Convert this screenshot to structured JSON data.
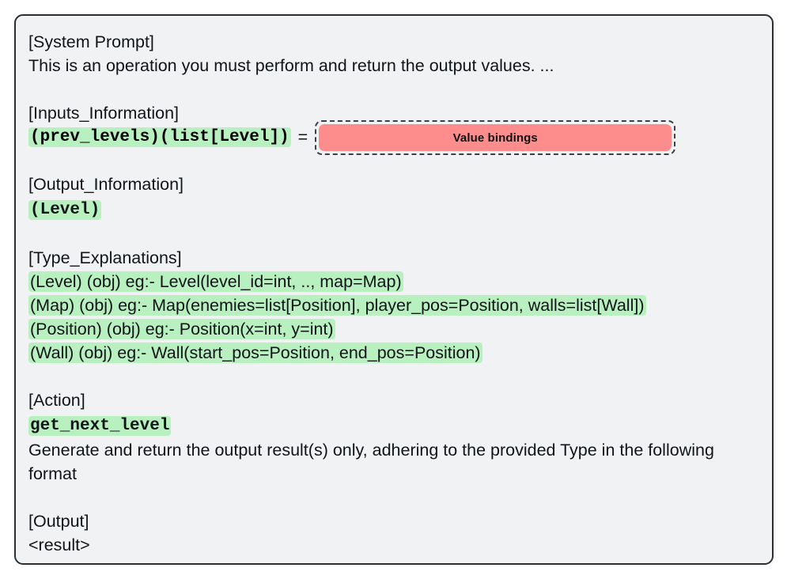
{
  "card": {
    "sections": {
      "system_prompt_header": "[System Prompt]",
      "system_prompt_text": "This is an operation you must perform and return the output values. ...",
      "inputs_header": "[Inputs_Information]",
      "inputs_signature": "(prev_levels)(list[Level])",
      "equals": "=",
      "bindings_label": "Value bindings",
      "output_info_header": "[Output_Information]",
      "output_info_type": "(Level)",
      "type_explanations_header": "[Type_Explanations]",
      "type_explanations": [
        "(Level) (obj) eg:- Level(level_id=int, .., map=Map)",
        "(Map) (obj) eg:- Map(enemies=list[Position], player_pos=Position, walls=list[Wall])",
        "(Position) (obj) eg:- Position(x=int, y=int)",
        "(Wall) (obj) eg:- Wall(start_pos=Position, end_pos=Position)"
      ],
      "action_header": "[Action]",
      "action_name": "get_next_level",
      "action_instruction": "Generate and return the output result(s) only, adhering to the provided Type in the following format",
      "output_header": "[Output]",
      "output_placeholder": "<result>"
    },
    "colors": {
      "card_background": "#f0f2f4",
      "card_border": "#2b2f33",
      "highlight_green": "#b9f0c0",
      "bindings_fill": "#fd8d8d",
      "bindings_border": "#3a4048",
      "text": "#111418"
    }
  }
}
